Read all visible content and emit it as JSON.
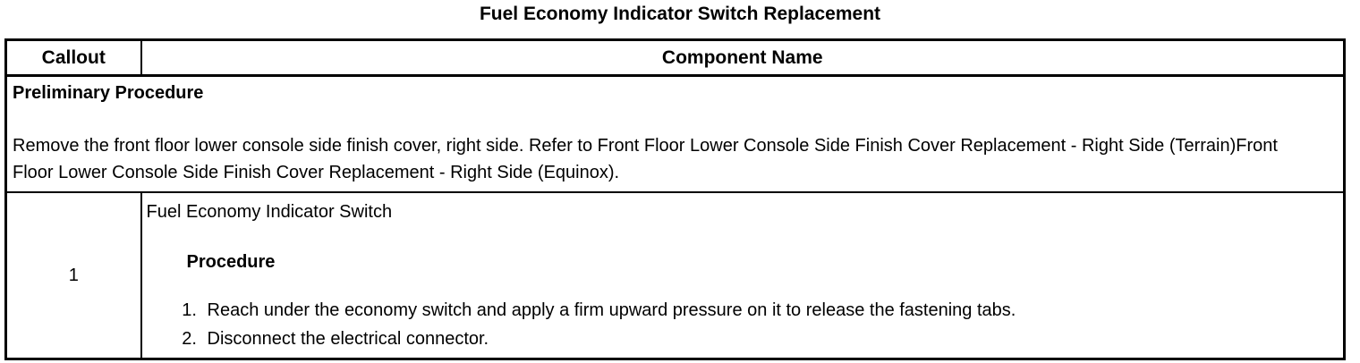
{
  "page": {
    "title": "Fuel Economy Indicator Switch Replacement"
  },
  "table": {
    "header": {
      "callout": "Callout",
      "component": "Component Name"
    },
    "preliminary": {
      "heading": "Preliminary Procedure",
      "text": "Remove the front floor lower console side finish cover, right side. Refer to Front Floor Lower Console Side Finish Cover Replacement - Right Side (Terrain)Front Floor Lower Console Side Finish Cover Replacement - Right Side (Equinox)."
    },
    "rows": [
      {
        "callout": "1",
        "component": "Fuel Economy Indicator Switch",
        "procedure_label": "Procedure",
        "steps": [
          "Reach under the economy switch and apply a firm upward pressure on it to release the fastening tabs.",
          "Disconnect the electrical connector."
        ]
      }
    ]
  },
  "colors": {
    "text": "#000000",
    "background": "#ffffff",
    "border": "#000000"
  }
}
